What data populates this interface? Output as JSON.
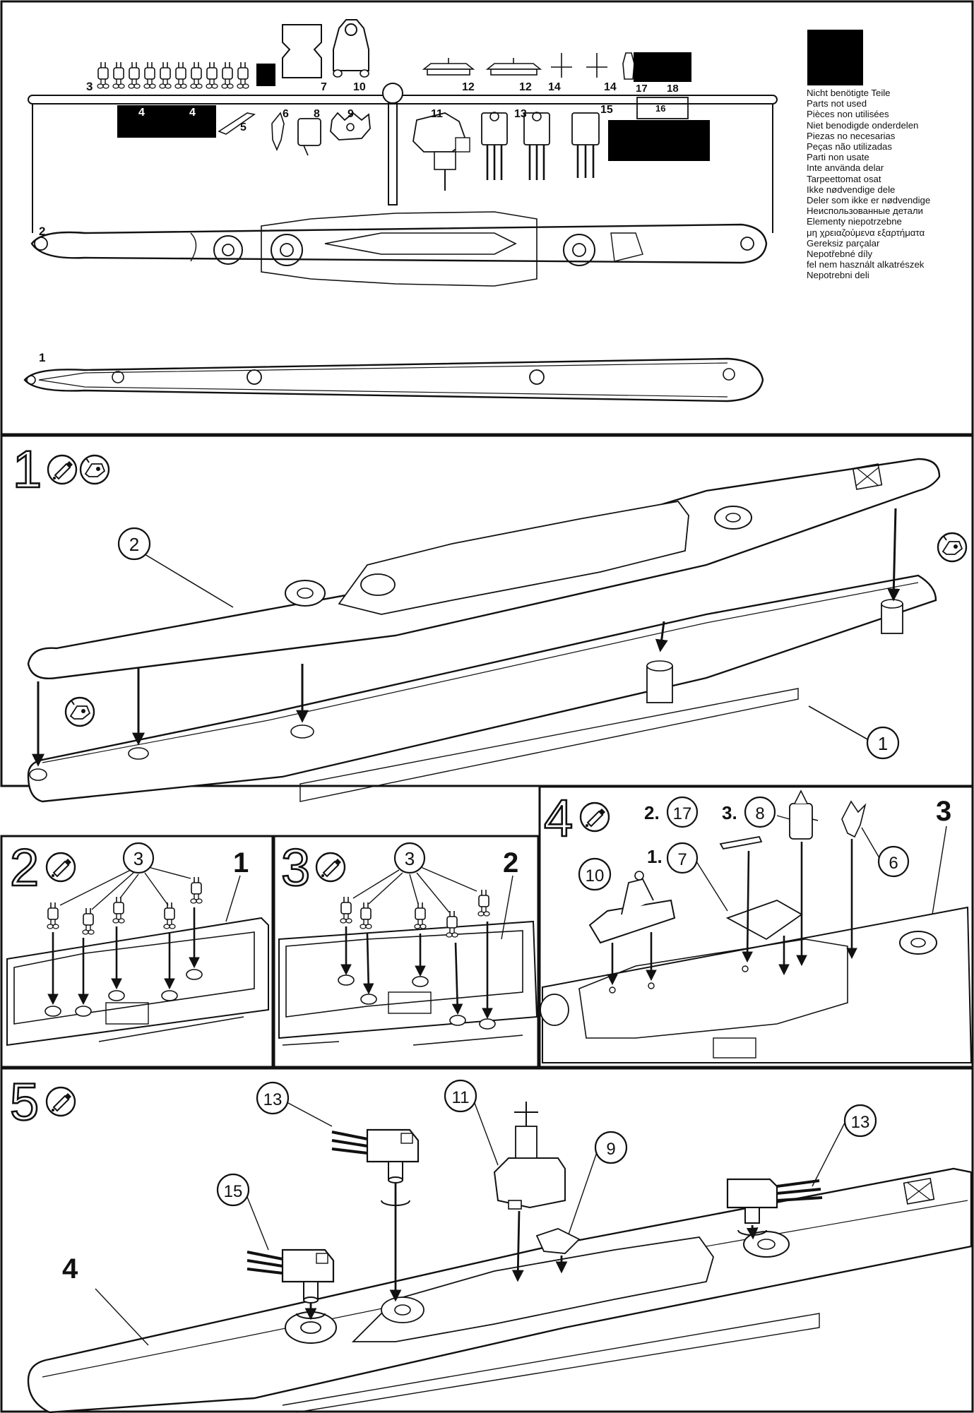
{
  "legend": [
    "Nicht benötigte Teile",
    "Parts not used",
    "Pièces non utilisées",
    "Niet benodigde onderdelen",
    "Piezas no necesarias",
    "Peças não utilizadas",
    "Parti non usate",
    "Inte använda delar",
    "Tarpeettomat osat",
    "Ikke nødvendige dele",
    "Deler som ikke er nødvendige",
    "Неиспользованные детали",
    "Elementy niepotrzebne",
    "μη χρειαζούμενα εξαρτήματα",
    "Gereksiz parçalar",
    "Nepotřebné díly",
    "fel nem használt alkatrészek",
    "Nepotrebni deli"
  ],
  "sprue_labels": {
    "p1": "1",
    "p2": "2",
    "p3": "3",
    "p4a": "4",
    "p4b": "4",
    "p5": "5",
    "p6": "6",
    "p7": "7",
    "p8": "8",
    "p9": "9",
    "p10": "10",
    "p11": "11",
    "p12a": "12",
    "p12b": "12",
    "p13": "13",
    "p14a": "14",
    "p14b": "14",
    "p15": "15",
    "p16": "16",
    "p17": "17",
    "p18": "18"
  },
  "steps": {
    "s1": "1",
    "s2": "2",
    "s3": "3",
    "s4": "4",
    "s5": "5"
  },
  "callouts": {
    "step1": {
      "c2": "2",
      "c1": "1"
    },
    "step2": {
      "c3": "3",
      "big": "1"
    },
    "step3": {
      "c3": "3",
      "big": "2"
    },
    "step4": {
      "c10": "10",
      "c7": "7",
      "c17": "17",
      "c8": "8",
      "c6": "6",
      "o1": "1.",
      "o2": "2.",
      "o3": "3.",
      "big": "3"
    },
    "step5": {
      "c13a": "13",
      "c11": "11",
      "c9": "9",
      "c13b": "13",
      "c15": "15",
      "big": "4"
    }
  },
  "icons": [
    "glue-tube-icon",
    "cement-point-icon"
  ]
}
